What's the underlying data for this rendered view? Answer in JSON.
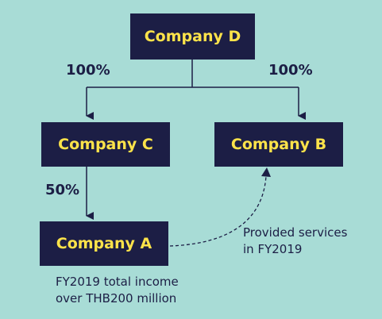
{
  "nodes": {
    "d": "Company D",
    "c": "Company C",
    "b": "Company B",
    "a": "Company A"
  },
  "edges": {
    "d_to_c_pct": "100%",
    "d_to_b_pct": "100%",
    "c_to_a_pct": "50%"
  },
  "notes": {
    "services_line1": "Provided services",
    "services_line2": "in FY2019",
    "income_line1": "FY2019 total income",
    "income_line2": "over THB200 million"
  },
  "colors": {
    "background": "#a8dcd6",
    "box_fill": "#1c1e45",
    "box_text": "#fde34a",
    "line": "#1c1e45"
  }
}
